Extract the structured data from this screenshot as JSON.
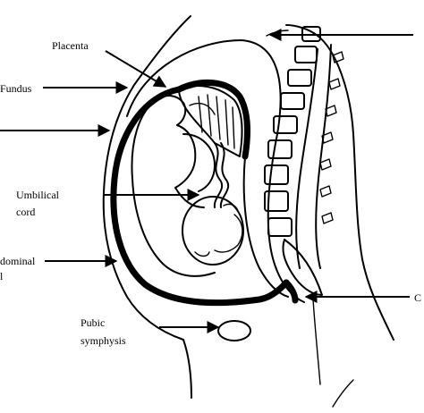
{
  "labels": {
    "placenta": "Placenta",
    "fundus": "Fundus",
    "umbilical_line1": "Umbilical",
    "umbilical_line2": "cord",
    "abdominal_line1": "dominal",
    "abdominal_line2": "l",
    "pubic_line1": "Pubic",
    "pubic_line2": "symphysis",
    "cervix_partial": "C"
  }
}
